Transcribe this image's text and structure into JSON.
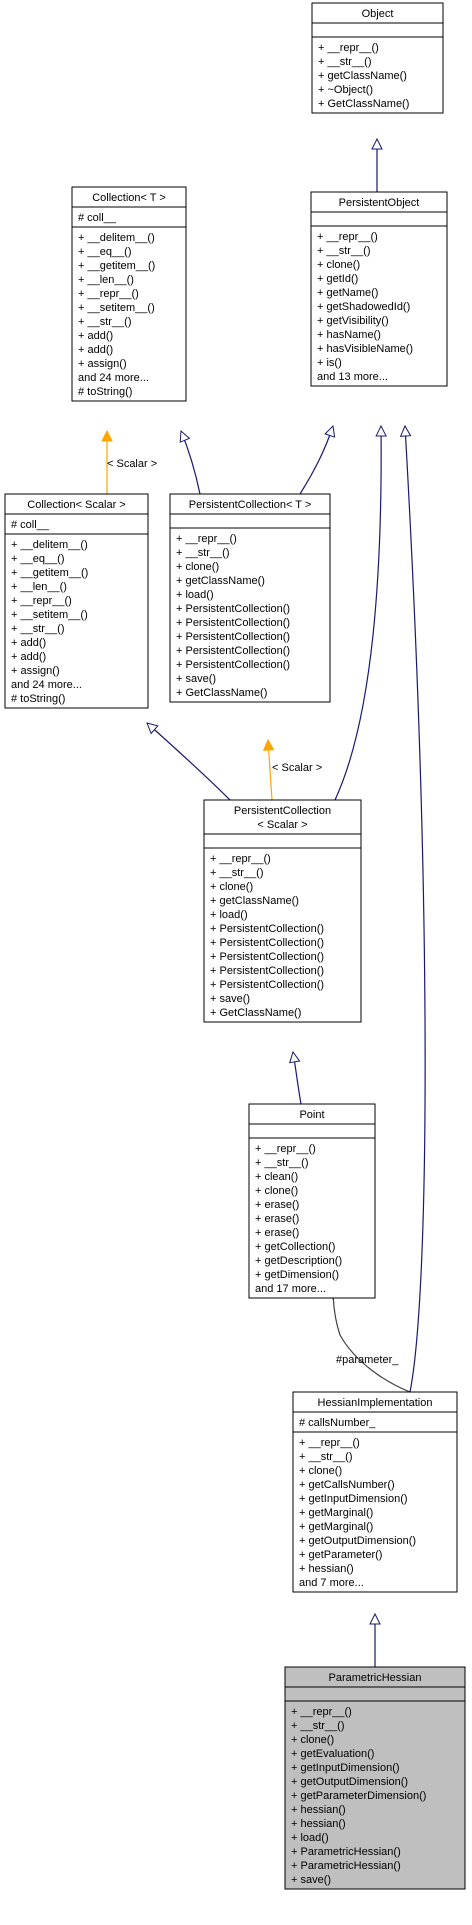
{
  "nodes": [
    {
      "id": "object",
      "title": [
        "Object"
      ],
      "attrs": [],
      "methods": [
        "+ __repr__()",
        "+ __str__()",
        "+ getClassName()",
        "+ ~Object()",
        "+ GetClassName()"
      ]
    },
    {
      "id": "persistent_object",
      "title": [
        "PersistentObject"
      ],
      "attrs": [],
      "methods": [
        "+ __repr__()",
        "+ __str__()",
        "+ clone()",
        "+ getId()",
        "+ getName()",
        "+ getShadowedId()",
        "+ getVisibility()",
        "+ hasName()",
        "+ hasVisibleName()",
        "+ is()",
        "and 13 more..."
      ]
    },
    {
      "id": "collection_t",
      "title": [
        "Collection< T >"
      ],
      "attrs": [
        "# coll__"
      ],
      "methods": [
        "+ __delitem__()",
        "+ __eq__()",
        "+ __getitem__()",
        "+ __len__()",
        "+ __repr__()",
        "+ __setitem__()",
        "+ __str__()",
        "+ add()",
        "+ add()",
        "+ assign()",
        "and 24 more...",
        "# toString()"
      ]
    },
    {
      "id": "collection_scalar",
      "title": [
        "Collection< Scalar >"
      ],
      "attrs": [
        "# coll__"
      ],
      "methods": [
        "+ __delitem__()",
        "+ __eq__()",
        "+ __getitem__()",
        "+ __len__()",
        "+ __repr__()",
        "+ __setitem__()",
        "+ __str__()",
        "+ add()",
        "+ add()",
        "+ assign()",
        "and 24 more...",
        "# toString()"
      ]
    },
    {
      "id": "persistent_collection_t",
      "title": [
        "PersistentCollection< T >"
      ],
      "attrs": [],
      "methods": [
        "+ __repr__()",
        "+ __str__()",
        "+ clone()",
        "+ getClassName()",
        "+ load()",
        "+ PersistentCollection()",
        "+ PersistentCollection()",
        "+ PersistentCollection()",
        "+ PersistentCollection()",
        "+ PersistentCollection()",
        "+ save()",
        "+ GetClassName()"
      ]
    },
    {
      "id": "persistent_collection_scalar",
      "title": [
        "PersistentCollection",
        "< Scalar >"
      ],
      "attrs": [],
      "methods": [
        "+ __repr__()",
        "+ __str__()",
        "+ clone()",
        "+ getClassName()",
        "+ load()",
        "+ PersistentCollection()",
        "+ PersistentCollection()",
        "+ PersistentCollection()",
        "+ PersistentCollection()",
        "+ PersistentCollection()",
        "+ save()",
        "+ GetClassName()"
      ]
    },
    {
      "id": "point",
      "title": [
        "Point"
      ],
      "attrs": [],
      "methods": [
        "+ __repr__()",
        "+ __str__()",
        "+ clean()",
        "+ clone()",
        "+ erase()",
        "+ erase()",
        "+ erase()",
        "+ getCollection()",
        "+ getDescription()",
        "+ getDimension()",
        "and 17 more..."
      ]
    },
    {
      "id": "hessian_implementation",
      "title": [
        "HessianImplementation"
      ],
      "attrs": [
        "# callsNumber_"
      ],
      "methods": [
        "+ __repr__()",
        "+ __str__()",
        "+ clone()",
        "+ getCallsNumber()",
        "+ getInputDimension()",
        "+ getMarginal()",
        "+ getMarginal()",
        "+ getOutputDimension()",
        "+ getParameter()",
        "+ hessian()",
        "and 7 more..."
      ]
    },
    {
      "id": "parametric_hessian",
      "title": [
        "ParametricHessian"
      ],
      "attrs": [],
      "methods": [
        "+ __repr__()",
        "+ __str__()",
        "+ clone()",
        "+ getEvaluation()",
        "+ getInputDimension()",
        "+ getOutputDimension()",
        "+ getParameterDimension()",
        "+ hessian()",
        "+ hessian()",
        "+ load()",
        "+ ParametricHessian()",
        "+ ParametricHessian()",
        "+ save()"
      ]
    }
  ],
  "edge_labels": {
    "scalar_1": "< Scalar >",
    "scalar_2": "< Scalar >",
    "parameter": "#parameter_"
  },
  "colors": {
    "inheritance": "#191970",
    "template": "#ffa500",
    "usage": "#404040",
    "highlight_fill": "#bfbfbf"
  }
}
